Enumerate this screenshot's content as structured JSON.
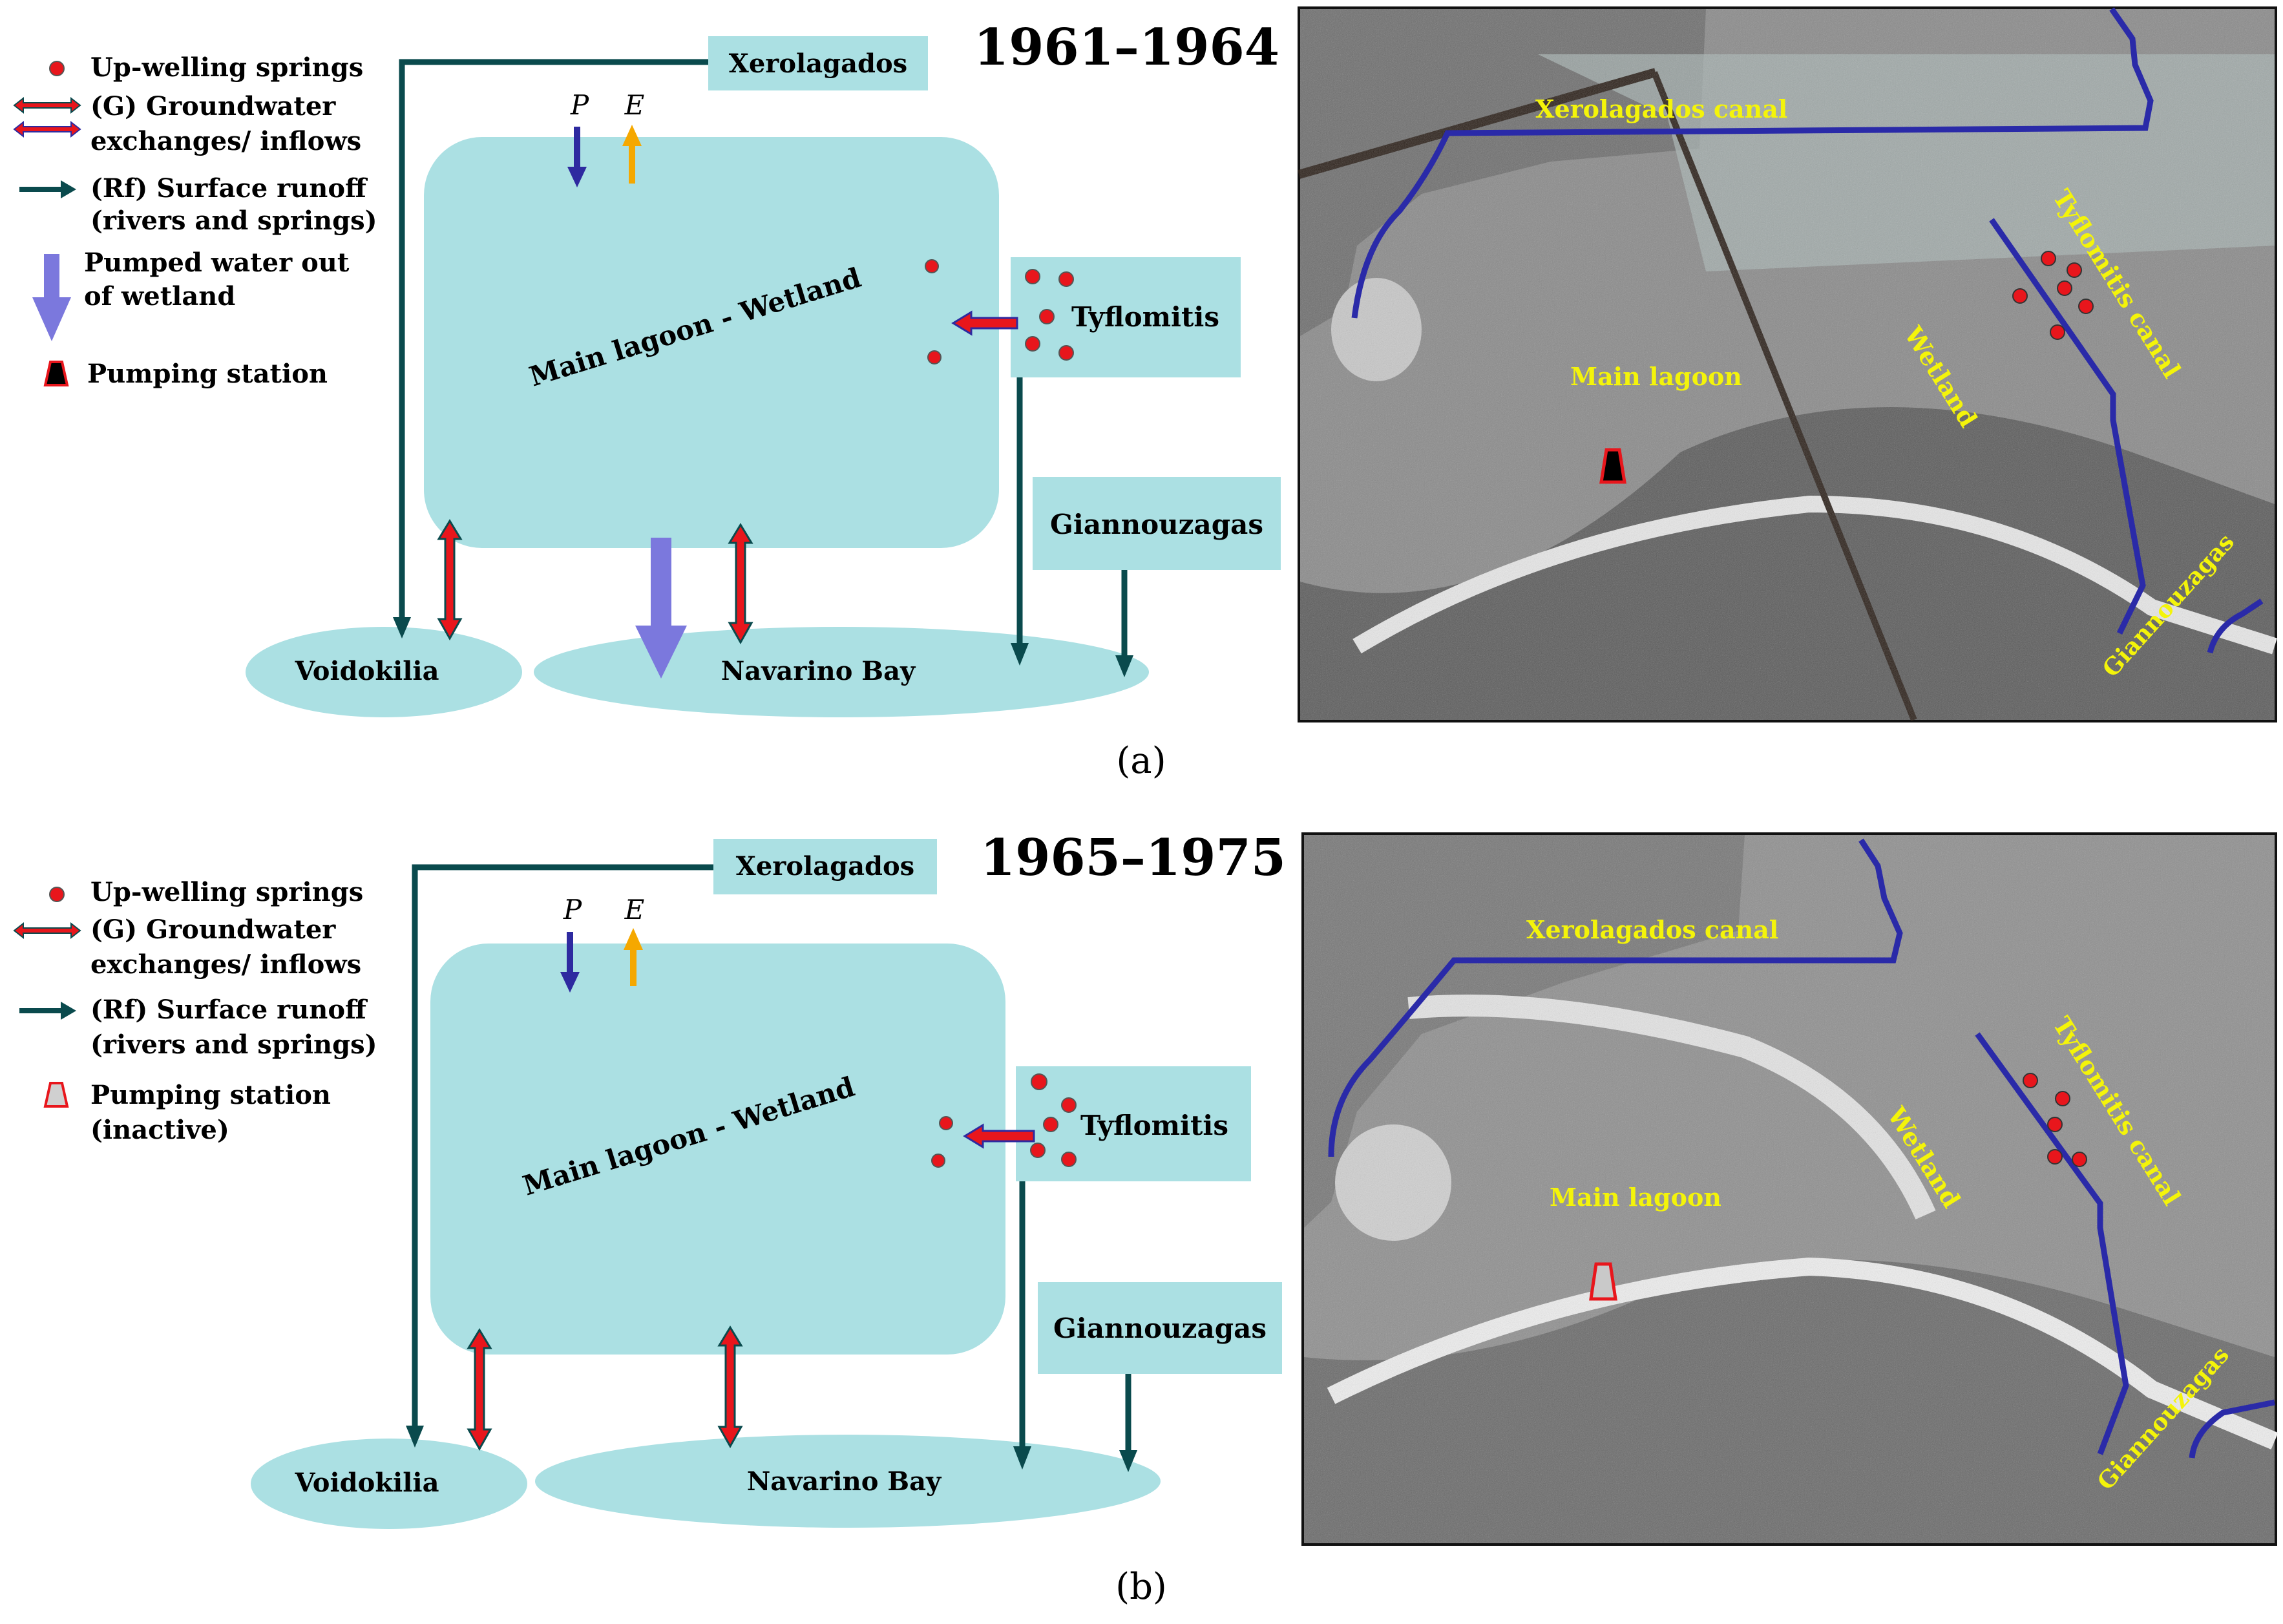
{
  "colors": {
    "box_fill": "#abe0e3",
    "runoff": "#0a4a4d",
    "precip": "#2e2aa0",
    "evap": "#f5a800",
    "groundwater": "#e8161c",
    "pumped": "#7b78dd",
    "canal": "#2a2aa8",
    "photo_label": "#f4f40a"
  },
  "legend": {
    "springs": "Up-welling springs",
    "gw_line1": "(G) Groundwater",
    "gw_line2": "exchanges/ inflows",
    "rf_line1": "(Rf) Surface runoff",
    "rf_line2": "(rivers and springs)",
    "pumped_line1": "Pumped water out",
    "pumped_line2": "of wetland",
    "pumping_station": "Pumping station",
    "pumping_inactive_line1": "Pumping station",
    "pumping_inactive_line2": "(inactive)"
  },
  "labels": {
    "precipitation": "P",
    "evaporation": "E",
    "xerolagados": "Xerolagados",
    "main_lagoon": "Main lagoon - Wetland",
    "tyflomitis": "Tyflomitis",
    "giannouzagas": "Giannouzagas",
    "voidokilia": "Voidokilia",
    "navarino_bay": "Navarino Bay"
  },
  "panels": [
    {
      "period": "1961–1964",
      "caption": "(a)"
    },
    {
      "period": "1965–1975",
      "caption": "(b)"
    }
  ],
  "photo_labels": {
    "xerolagados_canal": "Xerolagados canal",
    "tyflomitis_canal": "Tyflomitis canal",
    "wetland": "Wetland",
    "main_lagoon": "Main lagoon",
    "giannouzagas": "Giannouzagas"
  }
}
